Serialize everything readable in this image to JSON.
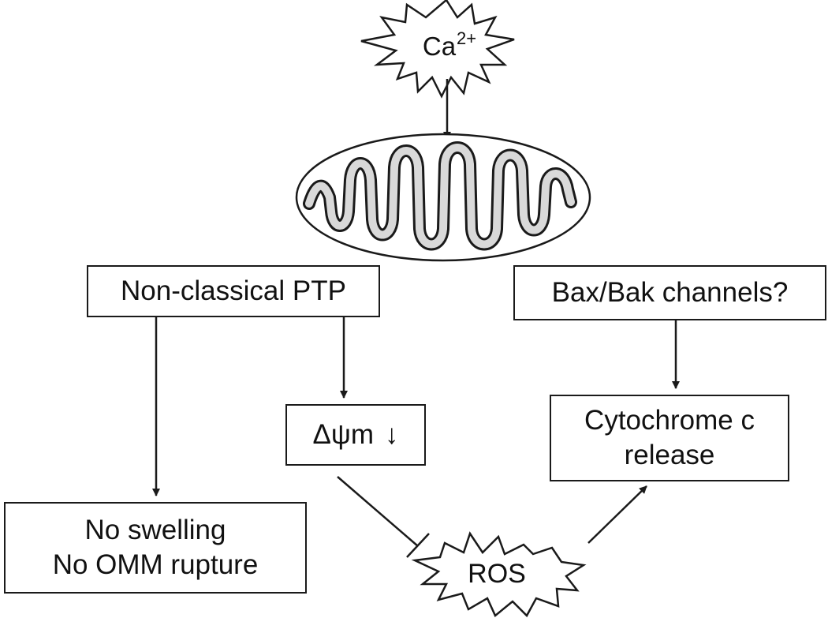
{
  "diagram": {
    "calcium": {
      "base": "Ca",
      "superscript": "2+"
    },
    "mitochondrion": {
      "icon": "mitochondrion-icon"
    },
    "non_classical_ptp": "Non-classical PTP",
    "bax_bak": "Bax/Bak channels?",
    "delta_psi": {
      "text": "Δψm",
      "arrow": "↓"
    },
    "no_swelling": {
      "line1": "No swelling",
      "line2": "No OMM rupture"
    },
    "cytochrome": {
      "line1": "Cytochrome c",
      "line2": "release"
    },
    "ros": "ROS"
  },
  "colors": {
    "stroke": "#1a1a1a",
    "mito_fill": "#d9d9d9",
    "background": "#ffffff"
  }
}
